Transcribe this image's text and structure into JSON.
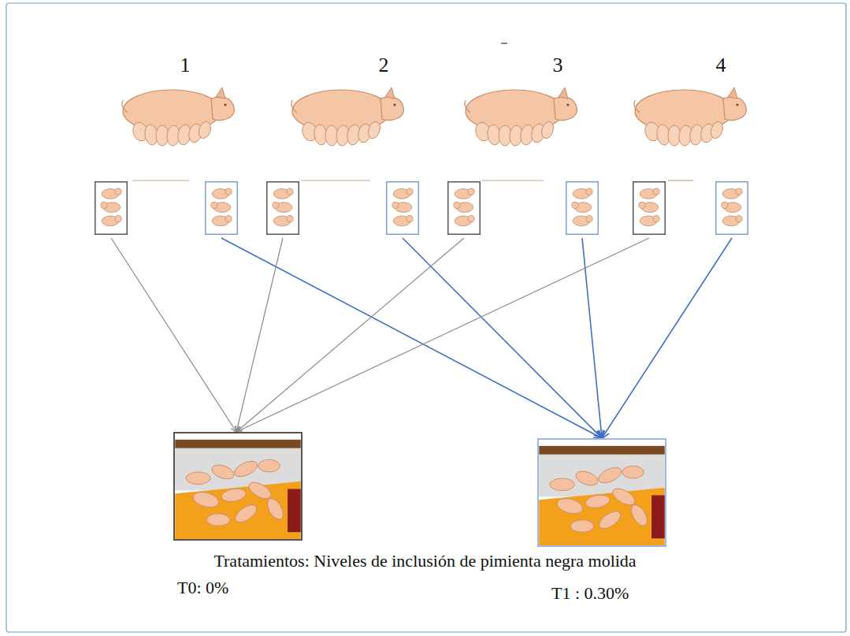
{
  "diagram": {
    "caption": "Tratamientos: Niveles de inclusión de pimienta negra molida",
    "nodes": [
      {
        "text": [
          "1"
        ]
      },
      {
        "text": [
          "2"
        ]
      },
      {
        "text": [
          "3"
        ]
      },
      {
        "text": [
          "4"
        ]
      },
      {
        "text": [
          "T0: 0%"
        ]
      },
      {
        "text": [
          "T1 : 0.30%"
        ]
      }
    ],
    "edges": [
      {
        "from": 0,
        "to": 4,
        "arrow": "to"
      },
      {
        "from": 0,
        "to": 5,
        "arrow": "to"
      },
      {
        "from": 1,
        "to": 4,
        "arrow": "to"
      },
      {
        "from": 1,
        "to": 5,
        "arrow": "to"
      },
      {
        "from": 2,
        "to": 4,
        "arrow": "to"
      },
      {
        "from": 2,
        "to": 5,
        "arrow": "to"
      },
      {
        "from": 3,
        "to": 4,
        "arrow": "to"
      },
      {
        "from": 3,
        "to": 5,
        "arrow": "to"
      }
    ]
  }
}
